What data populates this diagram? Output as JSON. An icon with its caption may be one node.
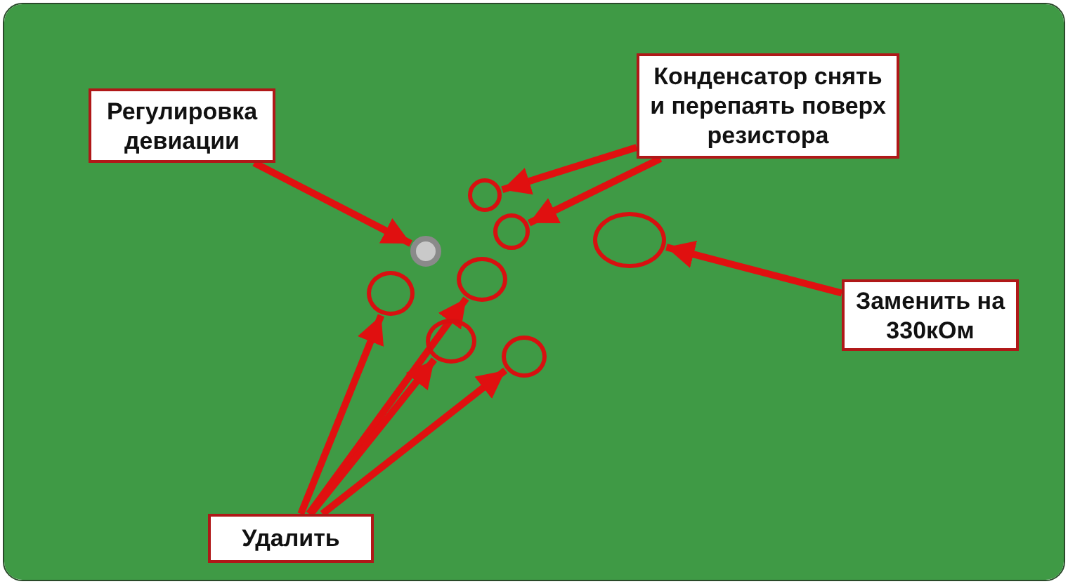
{
  "diagram": {
    "nodes": [
      {
        "text": [
          "Регулировка девиации"
        ]
      },
      {
        "text": [
          "Конденсатор снять и перепаять поверх резистора"
        ]
      },
      {
        "text": [],
        "shape": "circle"
      },
      {
        "text": [],
        "shape": "circle"
      },
      {
        "text": [],
        "shape": "circle"
      },
      {
        "text": [],
        "shape": "circle"
      },
      {
        "text": [],
        "shape": "circle"
      },
      {
        "text": [],
        "shape": "circle"
      },
      {
        "text": [
          "Заменить на 330кОм"
        ]
      },
      {
        "text": [],
        "shape": "circle"
      },
      {
        "text": [],
        "shape": "circle"
      },
      {
        "text": [
          "Удалить"
        ]
      }
    ],
    "edges": [
      {
        "from": 0,
        "to": 2,
        "arrow": "to"
      },
      {
        "from": 1,
        "to": 3,
        "arrow": "to"
      },
      {
        "from": 1,
        "to": 4,
        "arrow": "to"
      },
      {
        "from": 8,
        "to": 5,
        "arrow": "to"
      },
      {
        "from": 11,
        "to": 7,
        "arrow": "to"
      },
      {
        "from": 11,
        "to": 6,
        "arrow": "to"
      },
      {
        "from": 11,
        "to": 9,
        "arrow": "to"
      },
      {
        "from": 11,
        "to": 10,
        "arrow": "to"
      }
    ]
  }
}
